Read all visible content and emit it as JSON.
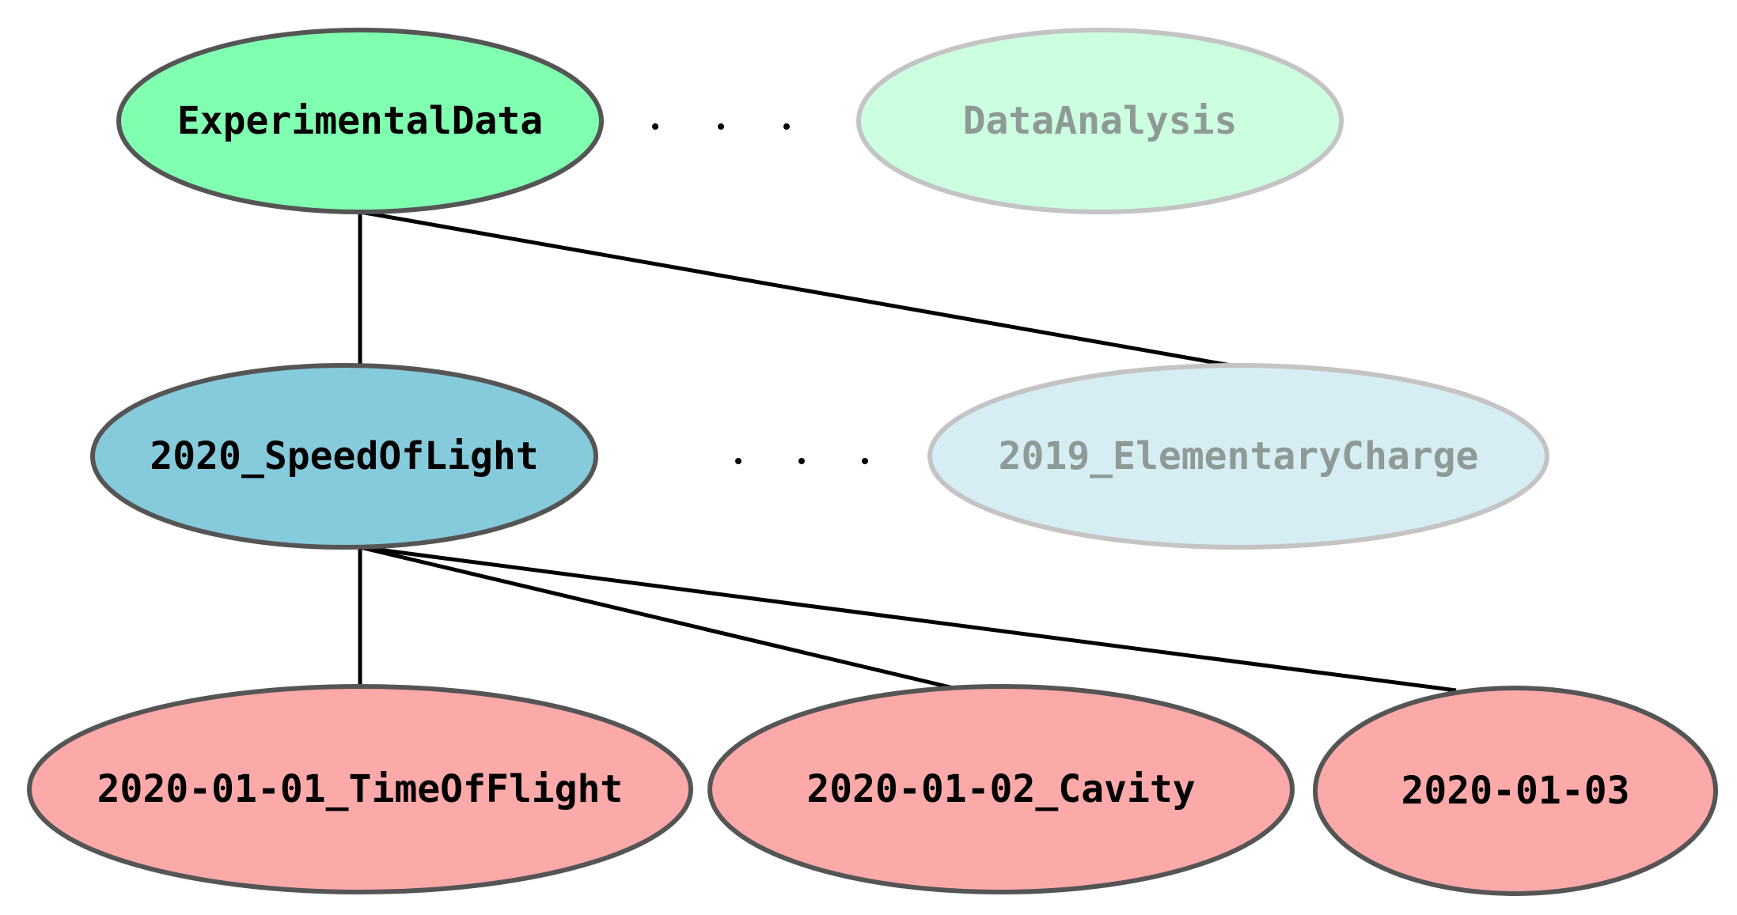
{
  "colors": {
    "root_active": "#80ffb0",
    "root_faded": "#ccffe0",
    "project_active": "#86cbdc",
    "project_faded": "#d6edf3",
    "experiment": "#fba9a9",
    "stroke_active": "#555555",
    "stroke_faded": "#c4c4c4"
  },
  "nodes": {
    "experimental_data": "ExperimentalData",
    "data_analysis": "DataAnalysis",
    "speed_of_light": "2020_SpeedOfLight",
    "elementary_charge": "2019_ElementaryCharge",
    "time_of_flight": "2020-01-01_TimeOfFlight",
    "cavity": "2020-01-02_Cavity",
    "exp_2020_01_03": "2020-01-03"
  },
  "ellipsis": "· · ·"
}
